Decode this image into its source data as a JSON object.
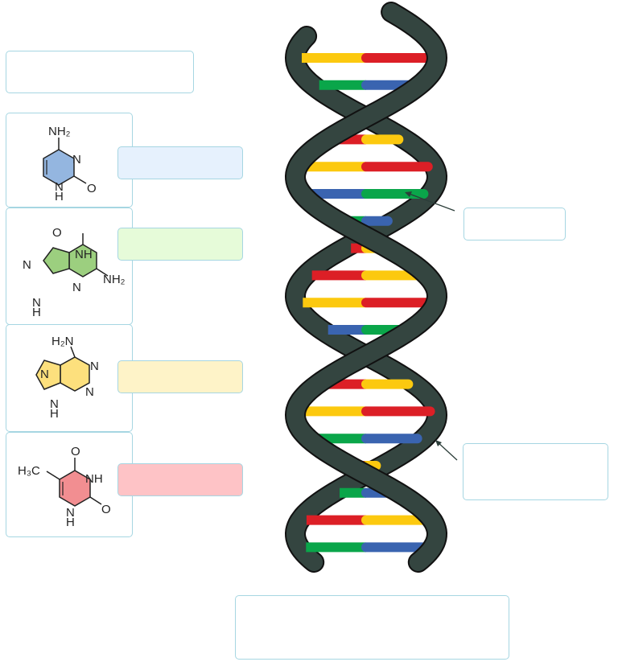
{
  "label_boxes": {
    "top_left": "",
    "right_upper": "",
    "right_lower": "",
    "bottom": ""
  },
  "bases": [
    {
      "name": "cytosine",
      "fill": "#94b6e0",
      "tag_color": "#e6f1fd",
      "atoms": {
        "nh2": "NH₂",
        "n": "N",
        "nh_n": "N",
        "nh_h": "H",
        "o": "O"
      }
    },
    {
      "name": "guanine",
      "fill": "#9ccf7f",
      "tag_color": "#e6fbd9",
      "atoms": {
        "o": "O",
        "nh": "NH",
        "nh2": "NH₂",
        "n_ring": "N",
        "n_five": "N",
        "nh_n": "N",
        "nh_h": "H"
      }
    },
    {
      "name": "adenine",
      "fill": "#fde07d",
      "tag_color": "#fef3c8",
      "atoms": {
        "h2n": "H₂N",
        "n1": "N",
        "n2": "N",
        "n_five": "N",
        "nh_n": "N",
        "nh_h": "H"
      }
    },
    {
      "name": "thymine",
      "fill": "#f28e91",
      "tag_color": "#fec3c6",
      "atoms": {
        "h3c": "H₃C",
        "o1": "O",
        "nh": "NH",
        "o2": "O",
        "nh_n": "N",
        "nh_h": "H"
      }
    }
  ],
  "helix": {
    "backbone_color": "#344540",
    "base_colors": {
      "Y": "#fcc90f",
      "R": "#dc1f26",
      "G": "#0aa64a",
      "B": "#3a64b0"
    },
    "base_pairs": [
      [
        "Y",
        "R"
      ],
      [
        "G",
        "B"
      ],
      [
        "G",
        "B"
      ],
      [
        "R",
        "Y"
      ],
      [
        "Y",
        "R"
      ],
      [
        "B",
        "G"
      ],
      [
        "G",
        "B"
      ],
      [
        "R",
        "Y"
      ],
      [
        "R",
        "Y"
      ],
      [
        "Y",
        "R"
      ],
      [
        "B",
        "G"
      ],
      [
        "B",
        "G"
      ],
      [
        "R",
        "Y"
      ],
      [
        "Y",
        "R"
      ],
      [
        "G",
        "B"
      ],
      [
        "R",
        "Y"
      ],
      [
        "G",
        "B"
      ],
      [
        "R",
        "Y"
      ],
      [
        "G",
        "B"
      ]
    ]
  }
}
